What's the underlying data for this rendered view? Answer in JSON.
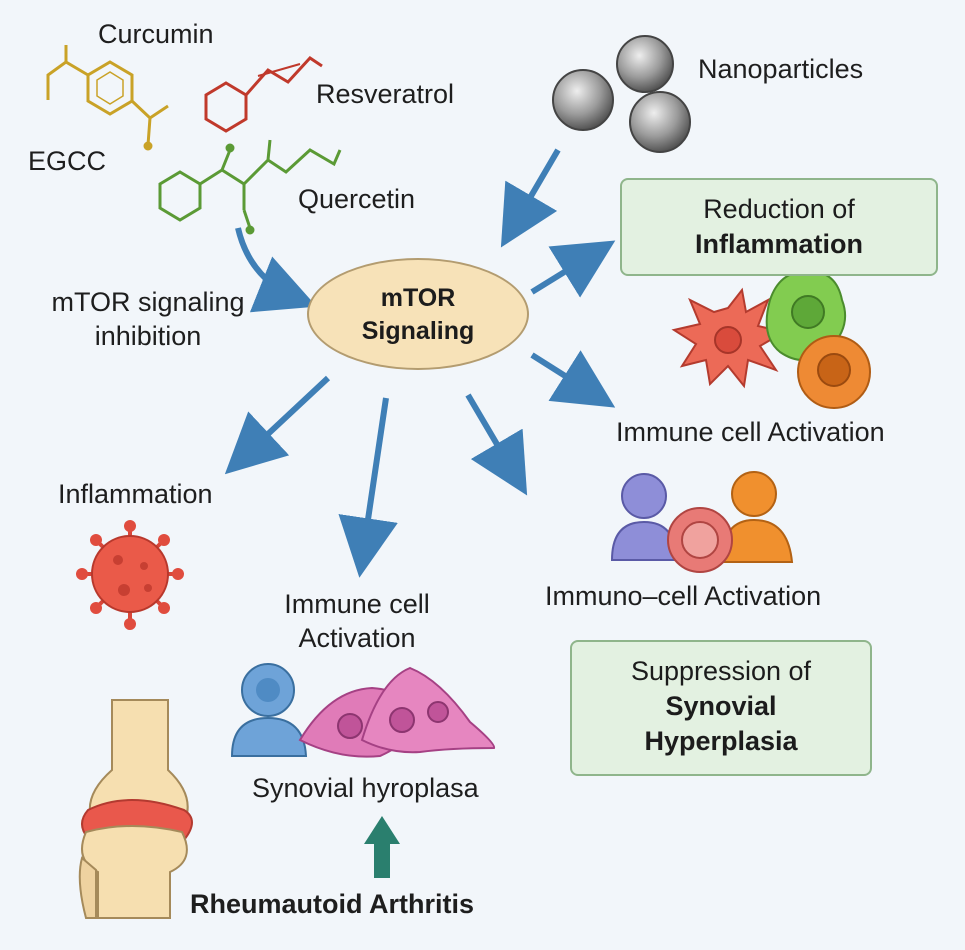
{
  "compounds": {
    "curcumin": "Curcumin",
    "resveratrol": "Resveratrol",
    "egcc": "EGCC",
    "quercetin": "Quercetin",
    "nanoparticles": "Nanoparticles"
  },
  "center": {
    "line1": "mTOR",
    "line2": "Signaling"
  },
  "labels": {
    "inhibition_line1": "mTOR signaling",
    "inhibition_line2": "inhibition",
    "inflammation": "Inflammation",
    "immune_cell_activation_right": "Immune cell Activation",
    "immuno_cell_activation": "Immuno–cell Activation",
    "immune_cell_activation_center_line1": "Immune cell",
    "immune_cell_activation_center_line2": "Activation",
    "synovial_hyroplasa": "Synovial hyroplasa",
    "rheumatoid_arthritis": "Rheumautoid Arthritis"
  },
  "boxes": {
    "reduction": {
      "line1": "Reduction of",
      "line2": "Inflammation"
    },
    "suppression": {
      "line1": "Suppression of",
      "line2": "Synovial",
      "line3": "Hyperplasia"
    }
  },
  "colors": {
    "arrow": "#3f7fb6",
    "up_arrow": "#2a7f6e",
    "box_fill": "#e3f1e1",
    "oval_fill": "#f7e2b8",
    "curcumin": "#c9a227",
    "resveratrol": "#c0392b",
    "quercetin": "#5b9a35"
  }
}
